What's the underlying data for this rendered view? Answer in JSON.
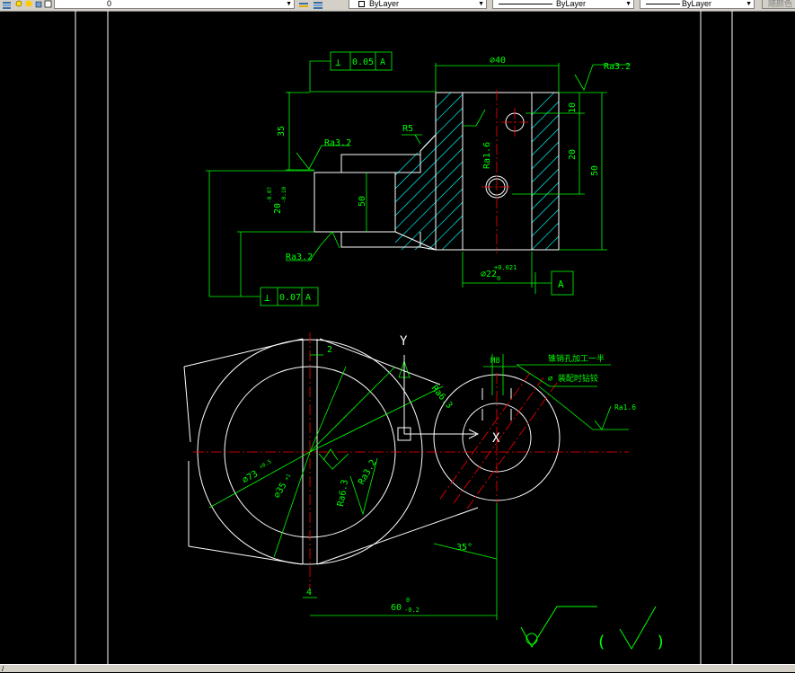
{
  "toolbar": {
    "layer_name": "0",
    "color_value": "ByLayer",
    "linetype_value": "ByLayer",
    "lineweight_value": "ByLayer",
    "plotstyle_value": "随颜色"
  },
  "drawing": {
    "top_view": {
      "perp_tol_top": "0.05",
      "perp_tol_top_datum": "A",
      "perp_tol_bottom": "0.07",
      "perp_tol_bottom_datum": "A",
      "dim_diameter_40": "⌀40",
      "dim_35": "35",
      "dim_r5": "R5",
      "dim_10": "10",
      "dim_20_right": "20",
      "dim_50_right": "50",
      "dim_50_inner": "50",
      "dim_20_left": "20",
      "dim_20_left_tol": "-0.07",
      "dim_20_left_tol2": "-0.10",
      "dim_bore": "⌀22",
      "dim_bore_tol_upper": "+0.021",
      "dim_bore_tol_lower": "0",
      "datum_a": "A",
      "rough_ra32_top_right": "Ra3.2",
      "rough_ra32_left": "Ra3.2",
      "rough_ra32_bottom": "Ra3.2",
      "rough_ra16": "Ra1.6"
    },
    "front_view": {
      "ucs_y": "Y",
      "ucs_x": "X",
      "dim_2": "2",
      "dim_m8": "M8",
      "note_1": "锥销孔加工一半",
      "note_2": "装配时钻铰",
      "rough_ra16": "Ra1.6",
      "rough_ra63": "Ra6.3",
      "rough_ra32": "Ra3.2",
      "rough_ra63_lower": "Ra6.3",
      "dim_d73": "⌀73",
      "dim_d73_tol": "+0.5",
      "dim_d35": "⌀35",
      "dim_d35_tol": "+1",
      "dim_35deg": "35°",
      "dim_4": "4",
      "dim_60": "60",
      "dim_60_tol_upper": "0",
      "dim_60_tol_lower": "-0.2",
      "legend_paren_open": "(",
      "legend_paren_close": ")"
    }
  },
  "colors": {
    "background": "#000000",
    "geometry": "#ffffff",
    "dimension": "#00ff00",
    "centerline": "#ff0000",
    "hatch": "#00c8c8",
    "ucs": "#ffffff"
  }
}
